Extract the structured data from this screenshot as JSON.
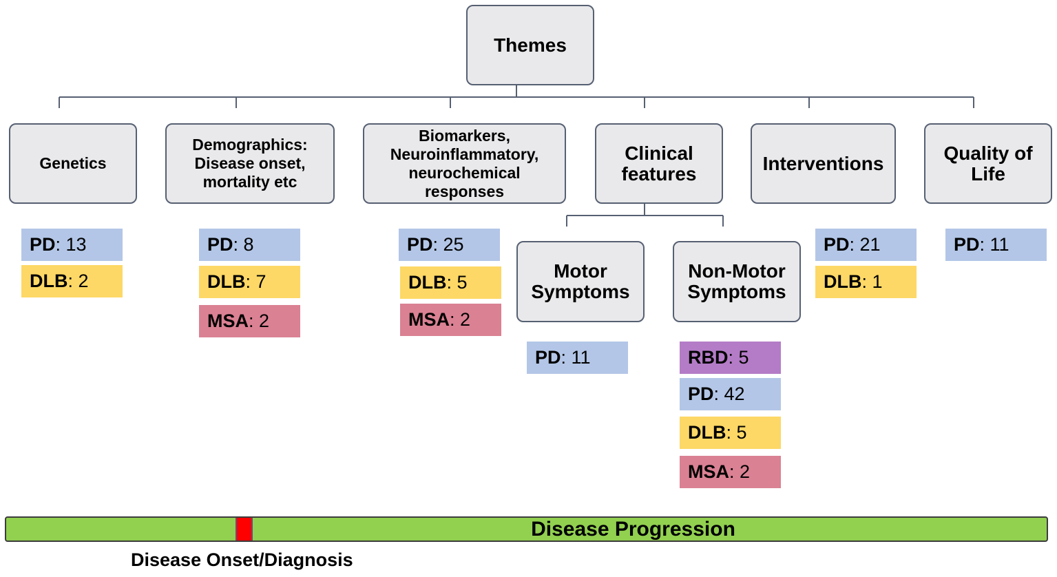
{
  "root": {
    "label": "Themes"
  },
  "themes": {
    "genetics": "Genetics",
    "demographics": "Demographics:\nDisease onset,\nmortality etc",
    "biomarkers": "Biomarkers,\nNeuroinflammatory,\nneurochemical\nresponses",
    "clinical": "Clinical\nfeatures",
    "interventions": "Interventions",
    "quality": "Quality of\nLife",
    "motor": "Motor\nSymptoms",
    "nonmotor": "Non-Motor\nSymptoms"
  },
  "counts": {
    "genetics": [
      {
        "code": "PD",
        "value": ": 13"
      },
      {
        "code": "DLB",
        "value": ": 2"
      }
    ],
    "demographics": [
      {
        "code": "PD",
        "value": ": 8"
      },
      {
        "code": "DLB",
        "value": ": 7"
      },
      {
        "code": "MSA",
        "value": ": 2"
      }
    ],
    "biomarkers": [
      {
        "code": "PD",
        "value": ": 25"
      },
      {
        "code": "DLB",
        "value": ": 5"
      },
      {
        "code": "MSA",
        "value": ": 2"
      }
    ],
    "motor": [
      {
        "code": "PD",
        "value": ": 11"
      }
    ],
    "nonmotor": [
      {
        "code": "RBD",
        "value": ": 5"
      },
      {
        "code": "PD",
        "value": ": 42"
      },
      {
        "code": "DLB",
        "value": ": 5"
      },
      {
        "code": "MSA",
        "value": ": 2"
      }
    ],
    "interventions": [
      {
        "code": "PD",
        "value": ": 21"
      },
      {
        "code": "DLB",
        "value": ": 1"
      }
    ],
    "quality": [
      {
        "code": "PD",
        "value": ": 11"
      }
    ]
  },
  "colors": {
    "PD": "#b3c6e7",
    "DLB": "#fdd866",
    "MSA": "#da8193",
    "RBD": "#b47cc7",
    "box_fill": "#e9e9eb",
    "box_border": "#566072",
    "progress_bar": "#92d050",
    "onset_marker": "#ff0000"
  },
  "timeline": {
    "title": "Disease Progression",
    "onset_label": "Disease Onset/Diagnosis"
  }
}
